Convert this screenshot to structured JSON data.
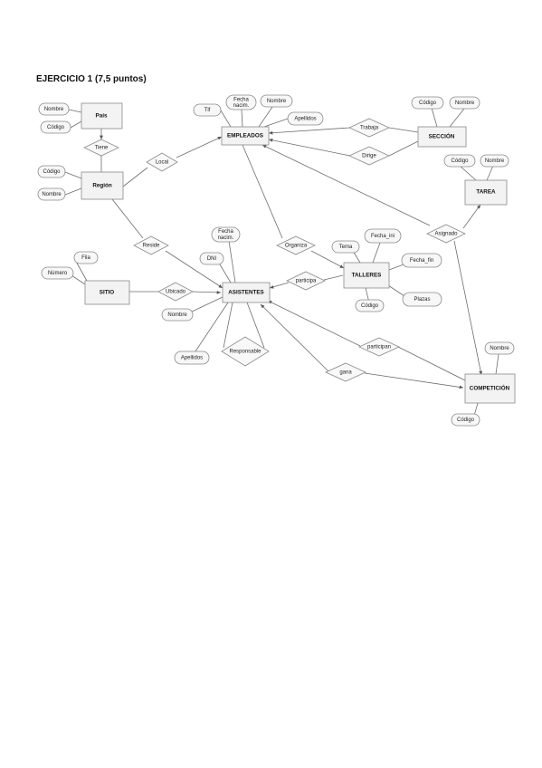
{
  "title": "EJERCICIO 1 (7,5 puntos)",
  "entities": {
    "pais": "País",
    "region": "Región",
    "empleados": "EMPLEADOS",
    "seccion": "SECCIÓN",
    "tarea": "TAREA",
    "sitio": "SITIO",
    "asistentes": "ASISTENTES",
    "talleres": "TALLERES",
    "competicion": "COMPETICIÓN"
  },
  "relationships": {
    "tiene": "Tiene",
    "local": "Local",
    "trabaja": "Trabaja",
    "dirige": "Dirige",
    "reside": "Reside",
    "organiza": "Organiza",
    "ubicado": "Ubicado",
    "participa": "participa",
    "asignado": "Asignado",
    "responsable": "Responsable",
    "participan": "participan",
    "gana": "gana"
  },
  "attributes": {
    "pais_nombre": "Nombre",
    "pais_codigo": "Código",
    "region_codigo": "Código",
    "region_nombre": "Nombre",
    "emp_tlf": "Tlf",
    "emp_fecha_line1": "Fecha",
    "emp_fecha_line2": "nacim.",
    "emp_nombre": "Nombre",
    "emp_apellidos": "Apellidos",
    "sec_codigo": "Código",
    "sec_nombre": "Nombre",
    "tarea_codigo": "Código",
    "tarea_nombre": "Nombre",
    "sitio_fila": "Fila",
    "sitio_numero": "Número",
    "asis_fecha_line1": "Fecha",
    "asis_fecha_line2": "nacim.",
    "asis_dni": "DNI",
    "asis_nombre": "Nombre",
    "asis_apellidos": "Apellidos",
    "tall_tema": "Tema",
    "tall_fecha": "Fecha_ini",
    "tall_fecha_fin": "Fecha_fin",
    "tall_plazas": "Plazas",
    "tall_codigo": "Código",
    "comp_nombre": "Nombre",
    "comp_codigo": "Código"
  }
}
